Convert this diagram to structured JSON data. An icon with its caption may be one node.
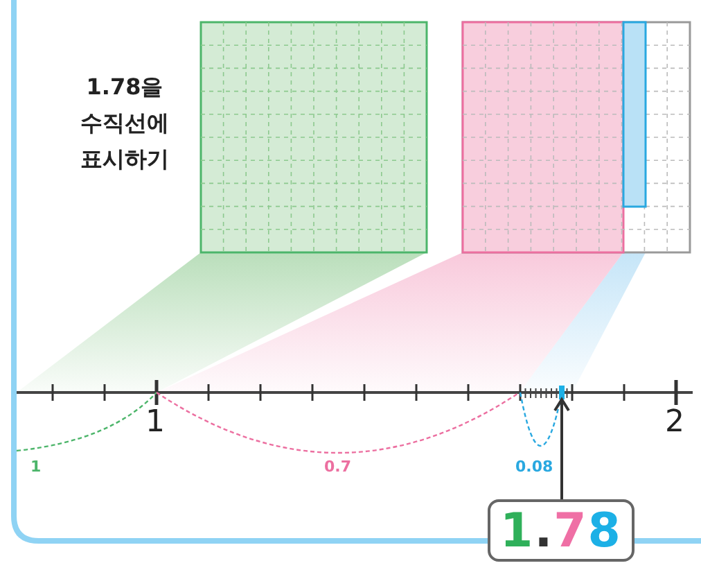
{
  "diagram": {
    "title": "1.78을 수직선에 표시하기",
    "nodes": [
      {
        "text": [
          "1.78"
        ]
      },
      {
        "text": [],
        "shape": "point"
      }
    ],
    "edges": [
      {
        "from": 0,
        "to": 1,
        "arrow": "to"
      }
    ],
    "labels": [
      "1",
      "2",
      "1",
      "0.7",
      "0.08"
    ]
  }
}
